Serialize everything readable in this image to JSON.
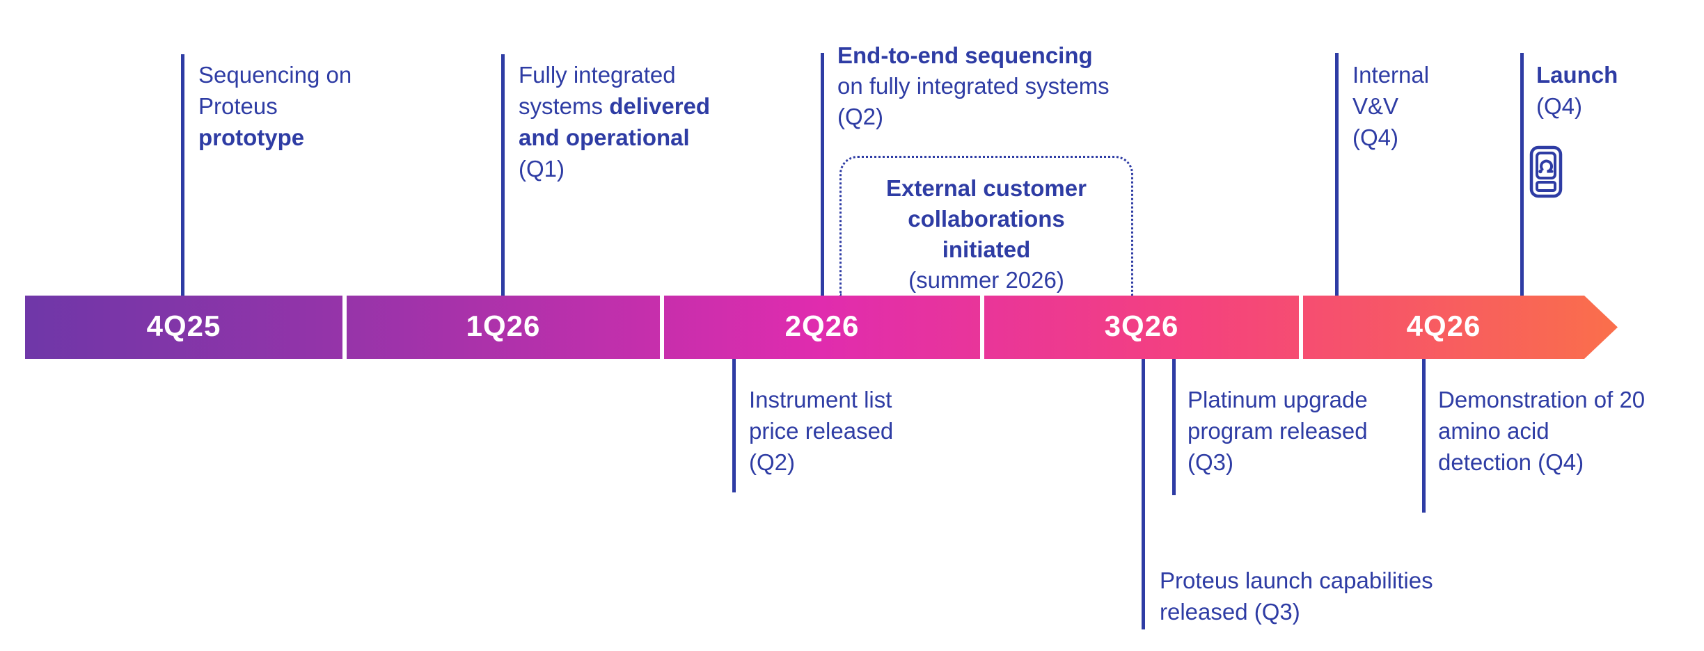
{
  "colors": {
    "ink": "#2e3ca4",
    "background": "#ffffff",
    "segment_label": "#ffffff",
    "bar_gradient": [
      "#6f37a8",
      "#9634a9",
      "#e02cae",
      "#f4417f",
      "#fa6f4b"
    ]
  },
  "timeline": {
    "segments": [
      {
        "label": "4Q25"
      },
      {
        "label": "1Q26"
      },
      {
        "label": "2Q26"
      },
      {
        "label": "3Q26"
      },
      {
        "label": "4Q26"
      }
    ]
  },
  "milestones_top": [
    {
      "id": "sequencing-on-proteus-prototype",
      "lines": {
        "l1": "Sequencing on",
        "l2": "Proteus",
        "l3": "prototype"
      }
    },
    {
      "id": "fully-integrated-systems-delivered",
      "lines": {
        "l1": "Fully integrated",
        "l2a": "systems ",
        "l2b": "delivered",
        "l3": "and operational",
        "l4": "(Q1)"
      }
    },
    {
      "id": "end-to-end-sequencing",
      "lines": {
        "l1": "End-to-end sequencing",
        "l2": "on fully integrated systems",
        "l3": "(Q2)"
      }
    },
    {
      "id": "internal-vv",
      "lines": {
        "l1": "Internal",
        "l2": "V&V",
        "l3": "(Q4)"
      }
    },
    {
      "id": "launch",
      "lines": {
        "l1": "Launch",
        "l2": "(Q4)"
      }
    }
  ],
  "callout": {
    "id": "external-customer-collaborations",
    "lines": {
      "l1": "External customer",
      "l2": "collaborations",
      "l3": "initiated",
      "l4": "(summer 2026)"
    }
  },
  "milestones_bottom": [
    {
      "id": "instrument-list-price",
      "lines": {
        "l1": "Instrument list",
        "l2": "price released",
        "l3": "(Q2)"
      }
    },
    {
      "id": "platinum-upgrade-program",
      "lines": {
        "l1": "Platinum upgrade",
        "l2": "program released",
        "l3": "(Q3)"
      }
    },
    {
      "id": "demonstration-20-amino-acid",
      "lines": {
        "l1": "Demonstration of 20",
        "l2": "amino acid",
        "l3": "detection (Q4)"
      }
    },
    {
      "id": "proteus-launch-capabilities",
      "lines": {
        "l1": "Proteus launch capabilities",
        "l2": "released (Q3)"
      }
    }
  ],
  "icons": {
    "launch_instrument": "instrument-icon"
  }
}
